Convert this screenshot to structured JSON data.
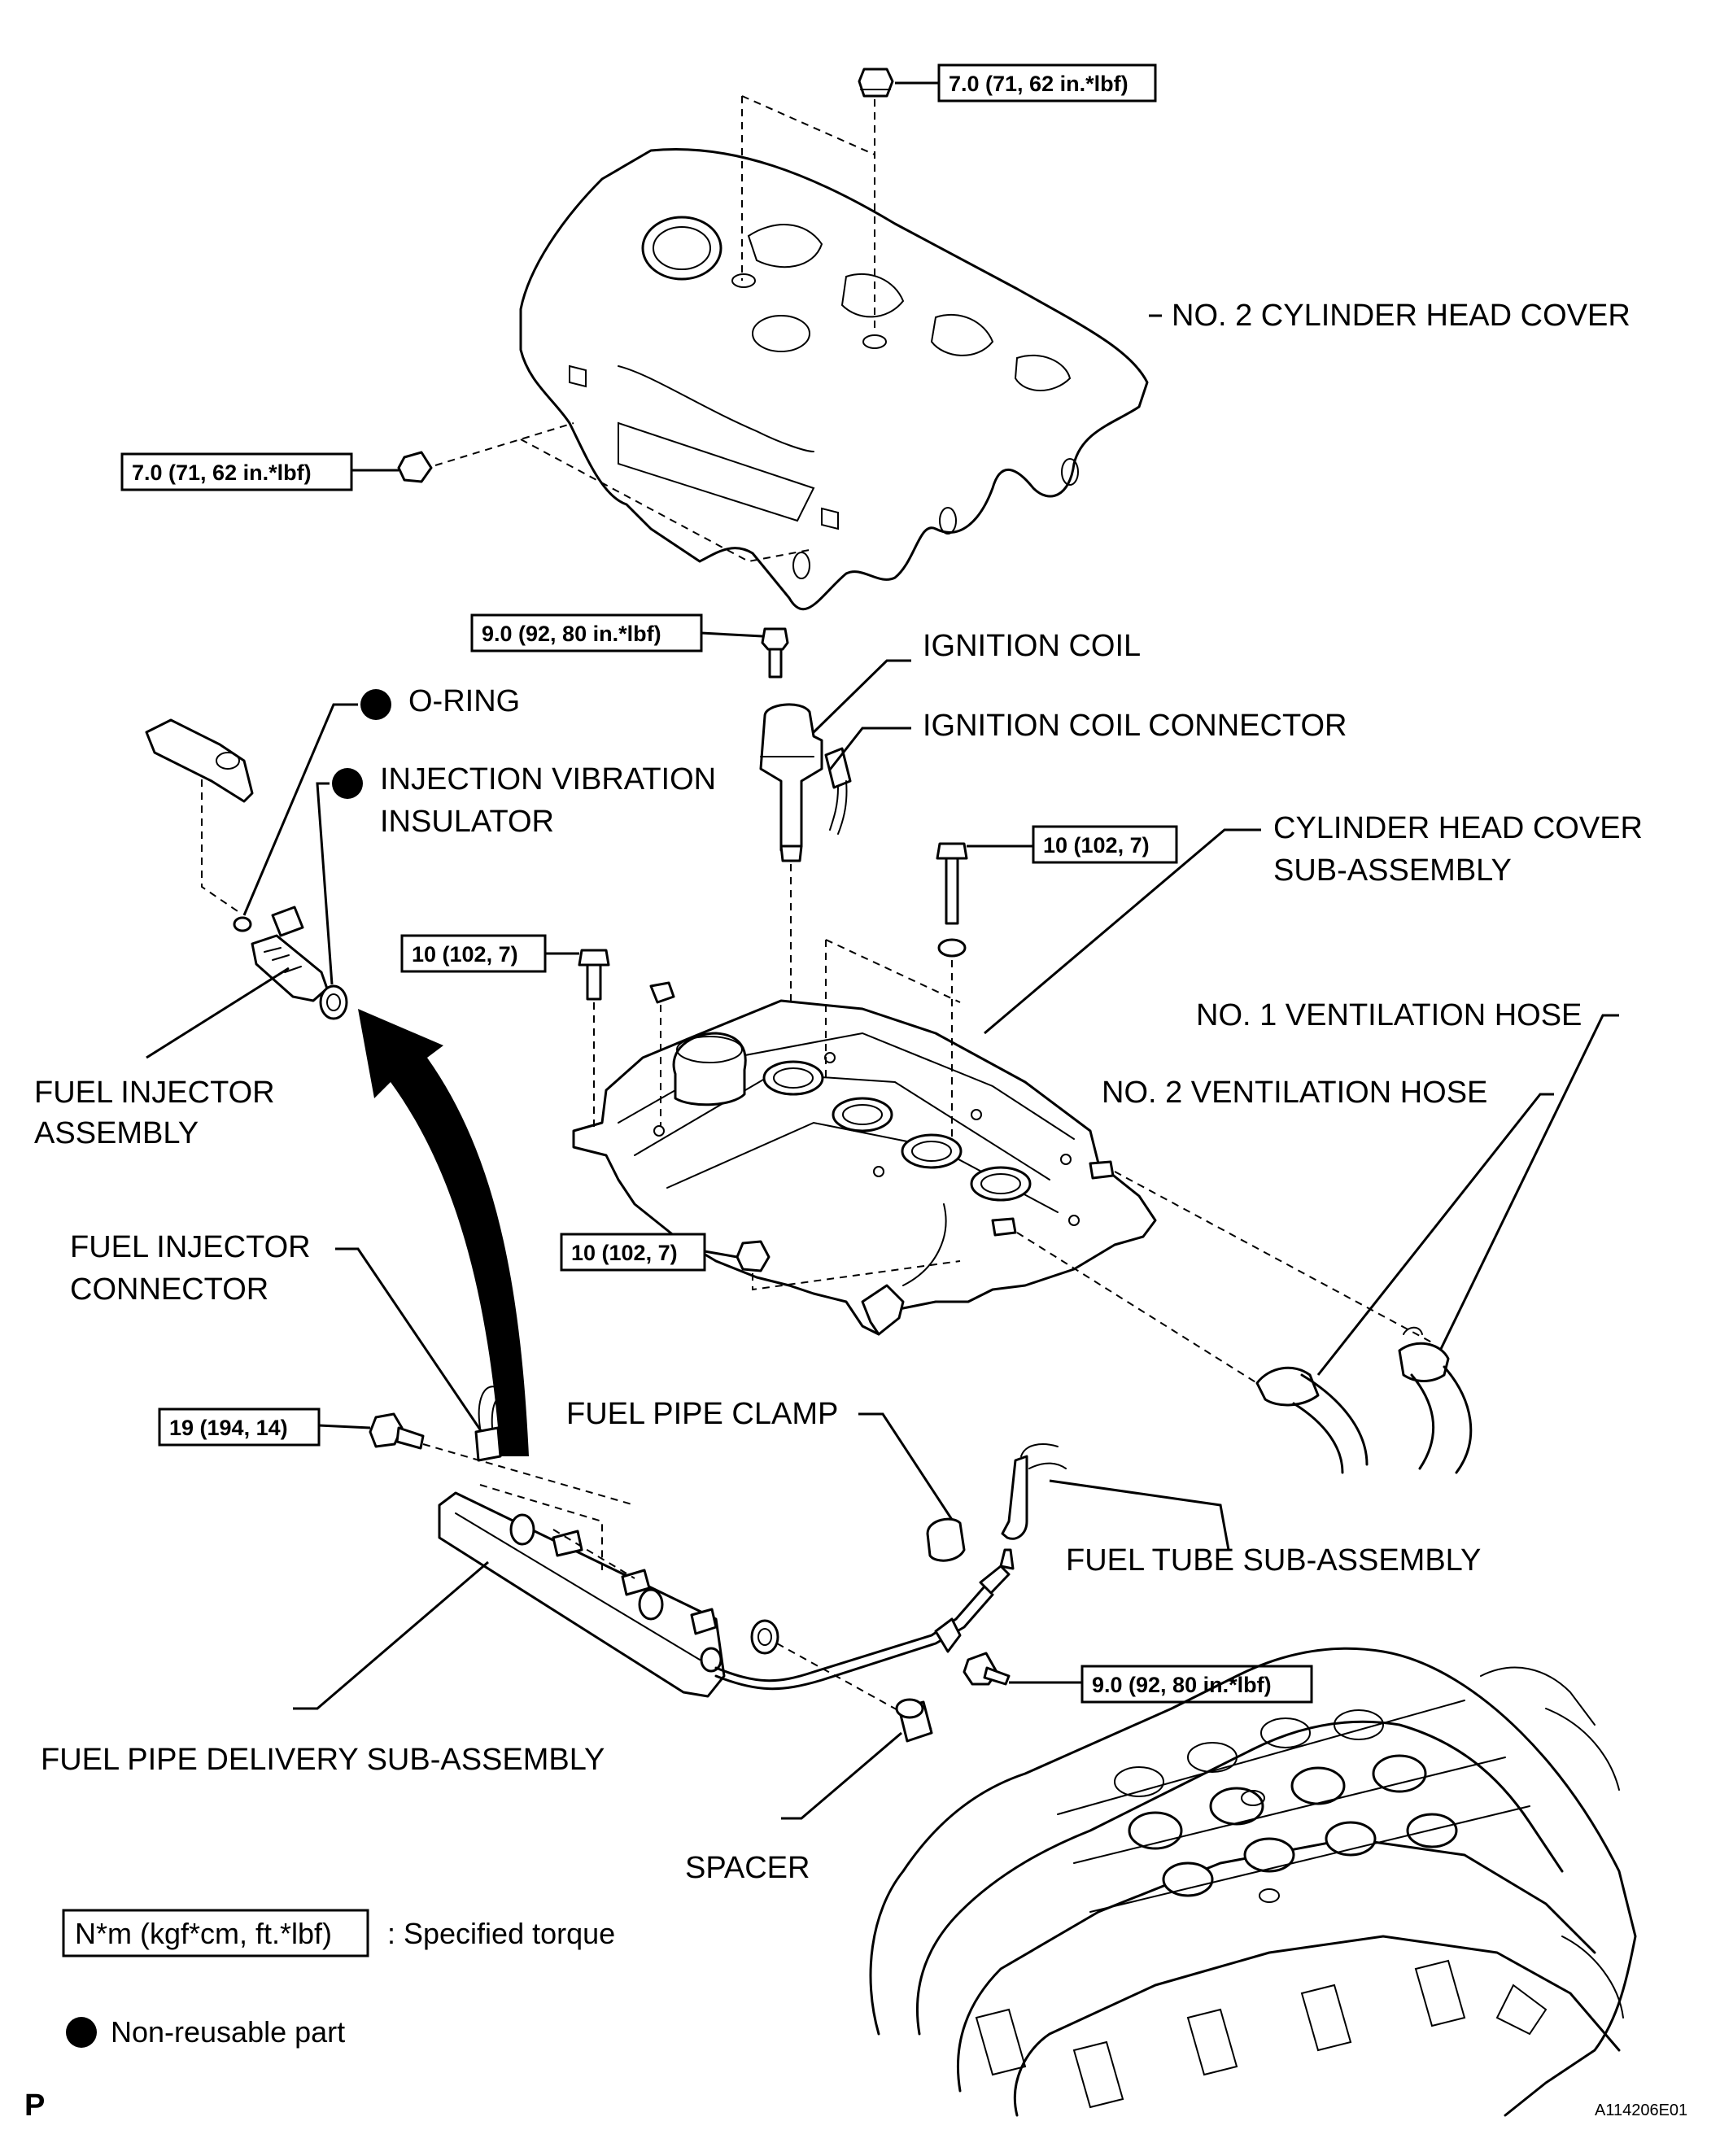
{
  "labels": {
    "no2_cylinder_head_cover": "NO. 2 CYLINDER HEAD COVER",
    "o_ring": "O-RING",
    "injection_vibration_insulator_1": "INJECTION VIBRATION",
    "injection_vibration_insulator_2": "INSULATOR",
    "ignition_coil": "IGNITION COIL",
    "ignition_coil_connector": "IGNITION COIL CONNECTOR",
    "cylinder_head_cover_sub_assembly_1": "CYLINDER HEAD COVER",
    "cylinder_head_cover_sub_assembly_2": "SUB-ASSEMBLY",
    "no1_ventilation_hose": "NO. 1 VENTILATION HOSE",
    "no2_ventilation_hose": "NO. 2 VENTILATION HOSE",
    "fuel_injector_assembly_1": "FUEL INJECTOR",
    "fuel_injector_assembly_2": "ASSEMBLY",
    "fuel_injector_connector_1": "FUEL INJECTOR",
    "fuel_injector_connector_2": "CONNECTOR",
    "fuel_pipe_clamp": "FUEL PIPE CLAMP",
    "fuel_tube_sub_assembly": "FUEL TUBE SUB-ASSEMBLY",
    "fuel_pipe_delivery_sub_assembly": "FUEL PIPE DELIVERY SUB-ASSEMBLY",
    "spacer": "SPACER"
  },
  "torques": {
    "cover_nut_top": "7.0 (71, 62 in.*lbf)",
    "cover_nut_left": "7.0 (71, 62 in.*lbf)",
    "coil_bolt": "9.0 (92, 80 in.*lbf)",
    "head_cover_bolt_right": "10 (102, 7)",
    "head_cover_bolt_left": "10 (102, 7)",
    "head_cover_nut_bottom": "10 (102, 7)",
    "delivery_pipe_bolt": "19 (194, 14)",
    "fuel_tube_bolt": "9.0 (92, 80 in.*lbf)"
  },
  "legend": {
    "torque_box": "N*m (kgf*cm, ft.*lbf)",
    "torque_desc": ": Specified torque",
    "non_reusable": "Non-reusable part"
  },
  "footer": {
    "left_mark": "P",
    "figure_id": "A114206E01"
  }
}
